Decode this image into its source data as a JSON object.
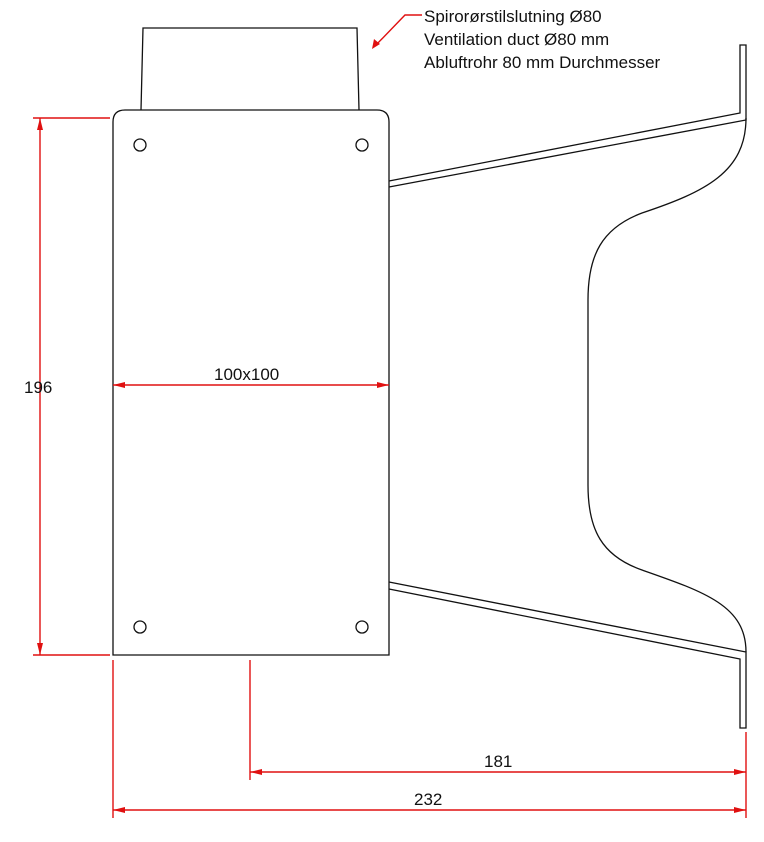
{
  "annotation": {
    "lines": [
      "Spirorørstilslutning Ø80",
      "Ventilation duct Ø80 mm",
      "Abluftrohr 80 mm Durchmesser"
    ]
  },
  "dimensions": {
    "height": "196",
    "plate": "100x100",
    "depth_from_plate_offset": "181",
    "total_depth": "232"
  },
  "colors": {
    "lines": "#111111",
    "dimensions": "#e01010"
  }
}
